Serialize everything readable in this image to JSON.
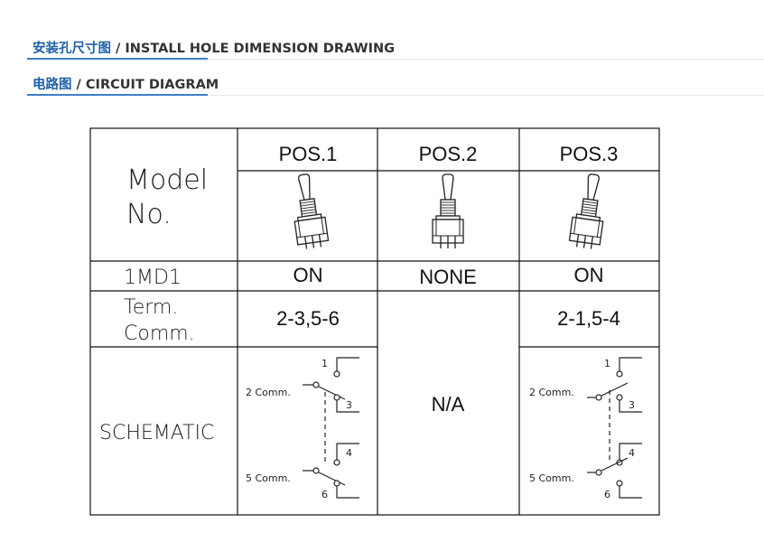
{
  "sections": {
    "install": {
      "cn": "安装孔尺寸图",
      "sep": " / ",
      "en": "INSTALL HOLE DIMENSION DRAWING"
    },
    "circuit": {
      "cn": "电路图",
      "sep": " / ",
      "en": "CIRCUIT DIAGRAM"
    }
  },
  "table": {
    "model_line1": "Model",
    "model_line2": "No.",
    "positions": [
      "POS.1",
      "POS.2",
      "POS.3"
    ],
    "row_1md1": {
      "label": "1MD1",
      "values": [
        "ON",
        "NONE",
        "ON"
      ]
    },
    "row_term": {
      "label_line1": "Term.",
      "label_line2": "Comm.",
      "pos1": "2-3,5-6",
      "pos3": "2-1,5-4"
    },
    "row_schematic": {
      "label": "SCHEMATIC",
      "pos2": "N/A"
    },
    "schematic_labels": {
      "t1": "1",
      "t2": "2 Comm.",
      "t3": "3",
      "t4": "4",
      "t5": "5 Comm.",
      "t6": "6"
    }
  }
}
